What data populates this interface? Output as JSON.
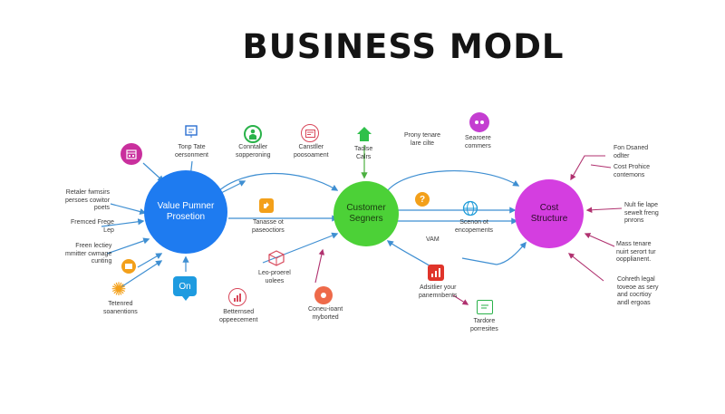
{
  "title": "BUSINESS MODL",
  "hubs": {
    "value": "Value Pumner\nProsetion",
    "customer": "Customer\nSegners",
    "cost": "Cost\nStructure"
  },
  "badge_on": "On",
  "labels": {
    "value_left_1": "Retaler fwmsirs\npersoes cowitor\npoets",
    "value_left_2": "Fremced Frege\nLep",
    "value_left_3": "Freen lectiey\nmmitter cwmage\ncunting",
    "top_1": "Tonp Tate\noersonment",
    "top_2": "Conntaller\nsopperoning",
    "top_3": "Canstller\npoosoament",
    "top_4": "Taolse\nCalrs",
    "top_5": "Prony tenare\nlare cilte",
    "top_6": "Searoere\ncommers",
    "mid_1": "Tanasse ot\npaseoctiors",
    "mid_2": "Scenon ot\nencopements",
    "mid_3": "VAM",
    "bottom_1": "Tetenred\nsoanentions",
    "bottom_2": "Leo-proerel\nuolees",
    "bottom_3": "Betternsed\noppeecement",
    "bottom_4": "Coneu-ioant\nmyborted",
    "bottom_5": "Adsitlier your\npanemnbents",
    "bottom_6": "Tardore\nporresites",
    "right_1": "Fon Dsaned\nodlter",
    "right_2": "Cost Prohice\ncontemons",
    "right_3": "Nult fie lape\nsewelt freng\npnrons",
    "right_4": "Mass tenare\nnuirt serort tur\noopplianent.",
    "right_5": "Cohreth legal\ntoveoe as sery\nand cocrtioy\nandl ergoas"
  },
  "colors": {
    "blue": "#1e7bf0",
    "green": "#4cd137",
    "magenta": "#d43ee0",
    "pink": "#c2378d",
    "connector": "#3f8fd2",
    "orange": "#f3a01a",
    "red": "#e0342a",
    "teal": "#1d9bd8"
  },
  "icons": [
    "calendar-icon",
    "chart-board-icon",
    "person-icon",
    "card-icon",
    "house-icon",
    "chat-bubbles-icon",
    "puzzle-icon",
    "globe-icon",
    "question-icon",
    "gear-sun-icon",
    "box-icon",
    "bar-chart-icon",
    "rocket-icon",
    "growth-chart-icon",
    "document-icon",
    "money-icon"
  ]
}
